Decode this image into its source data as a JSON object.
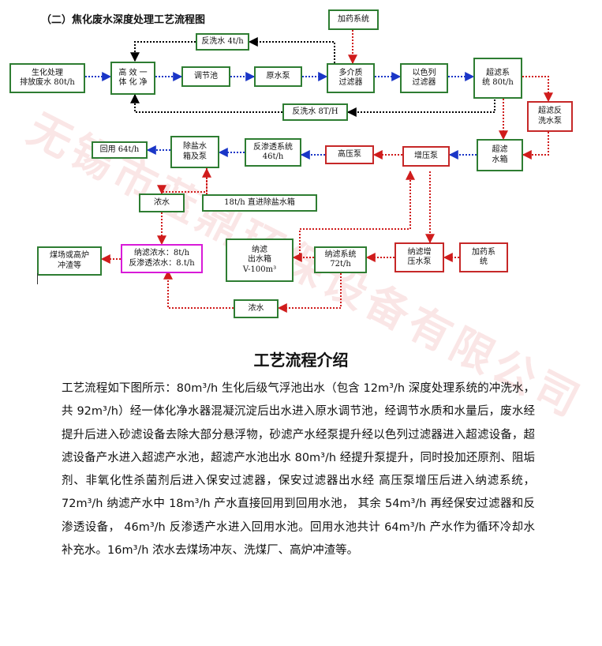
{
  "diagram": {
    "title": "（二）焦化废水深度处理工艺流程图",
    "watermark": "无锡市蓝鼎环保设备有限公司",
    "colors": {
      "blue": "#1a36c7",
      "red": "#d01c1c",
      "black": "#000000",
      "green_border": "#2e7d32",
      "red_border": "#c62828",
      "magenta_border": "#d81bd8"
    },
    "boxes": {
      "bio": "生化处理\n排放废水 80t/h",
      "integrated": "高  效  一\n体  化  净",
      "tiaojie": "调节池",
      "yuanshuibeng": "原水泵",
      "duojiezhi": "多介质\n过滤器",
      "yiselie": "以色列\n过滤器",
      "chaolv_sys": "超滤系\n统 80t/h",
      "chaolv_fanxi": "超滤反\n洗水泵",
      "jiayao_top": "加药系统",
      "fanxi_4": "反洗水 4t/h",
      "fanxi_8": "反洗水 8T/H",
      "chushui": "除盐水\n箱及泵",
      "huiyong": "回用 64t/h",
      "fanshentou": "反渗透系统\n46t/h",
      "gaoya": "高压泵",
      "zengya": "增压泵",
      "chaolv_tank": "超滤\n水箱",
      "nongshui_1": "浓水",
      "zhijin": "18t/h 直进除盐水箱",
      "meichang": "煤场或高炉\n冲渣等",
      "nonglv": "纳滤浓水：8t/h\n反渗透浓水：8.t/h",
      "nalv_tank": "纳滤\n出水箱\nV-100m³",
      "nalv_sys": "纳滤系统\n72t/h",
      "nalv_zengya": "纳滤增\n压水泵",
      "jiayao_bottom": "加药系\n统",
      "nongshui_2": "浓水"
    }
  },
  "intro": {
    "title": "工艺流程介绍",
    "body": "工艺流程如下图所示：80m³/h 生化后级气浮池出水（包含 12m³/h 深度处理系统的冲洗水，共 92m³/h）经一体化净水器混凝沉淀后出水进入原水调节池，经调节水质和水量后，废水经提升后进入砂滤设备去除大部分悬浮物，砂滤产水经泵提升经以色列过滤器进入超滤设备，超滤设备产水进入超滤产水池，超滤产水池出水 80m³/h 经提升泵提升，同时投加还原剂、阻垢剂、非氧化性杀菌剂后进入保安过滤器，保安过滤器出水经 高压泵增压后进入纳滤系统，72m³/h 纳滤产水中 18m³/h 产水直接回用到回用水池， 其余 54m³/h 再经保安过滤器和反渗透设备， 46m³/h 反渗透产水进入回用水池。回用水池共计 64m³/h 产水作为循环冷却水补充水。16m³/h 浓水去煤场冲灰、洗煤厂、高炉冲渣等。"
  }
}
